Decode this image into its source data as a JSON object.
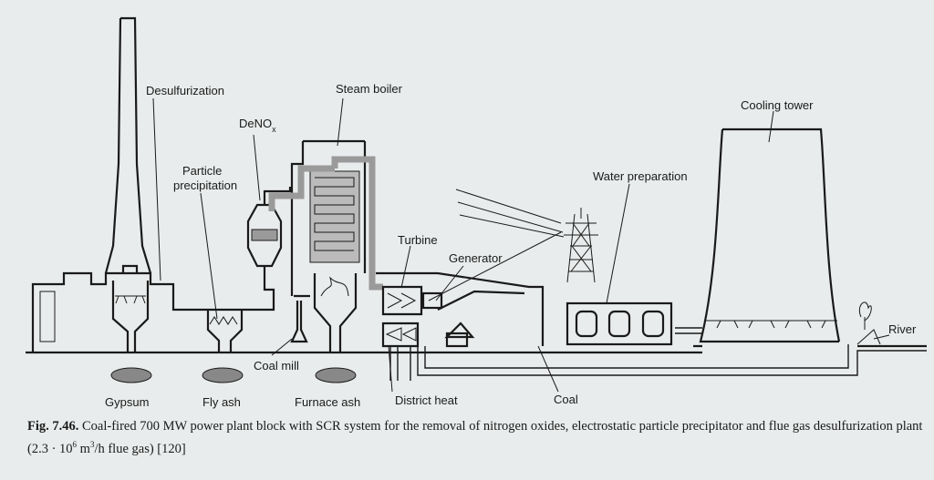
{
  "labels": {
    "desulfurization": "Desulfurization",
    "steam_boiler": "Steam boiler",
    "denox": "DeNO",
    "denox_sub": "x",
    "particle_precipitation_1": "Particle",
    "particle_precipitation_2": "precipitation",
    "cooling_tower": "Cooling tower",
    "water_preparation": "Water preparation",
    "turbine": "Turbine",
    "generator": "Generator",
    "coal_mill": "Coal mill",
    "gypsum": "Gypsum",
    "fly_ash": "Fly ash",
    "furnace_ash": "Furnace ash",
    "district_heat": "District heat",
    "coal": "Coal",
    "river": "River"
  },
  "caption": {
    "fig_label": "Fig. 7.46.",
    "text_1": "Coal-fired 700 MW power plant block with SCR system for the removal of nitrogen  oxides, electrostatic particle precipitator and flue gas desulfurization plant (2.3 · 10",
    "exp_1": "6",
    "text_2": " m",
    "exp_2": "3",
    "text_3": "/h flue gas) [120]"
  }
}
